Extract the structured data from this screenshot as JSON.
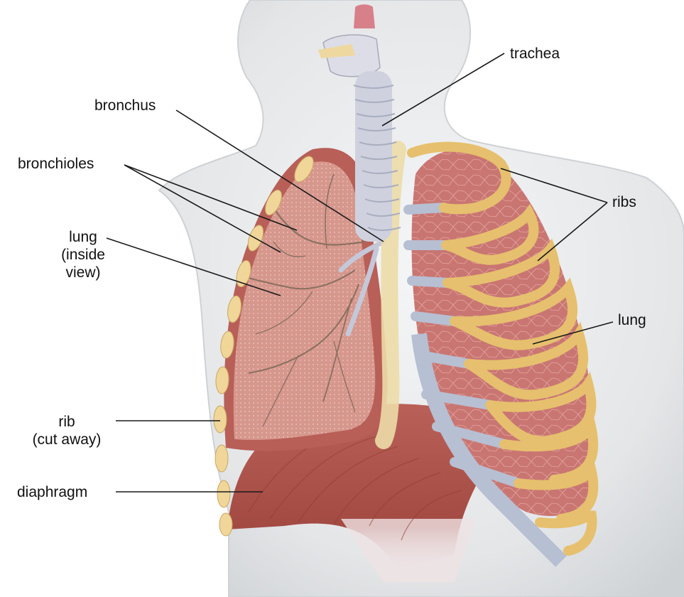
{
  "labels": {
    "trachea": "trachea",
    "bronchus": "bronchus",
    "bronchioles": "bronchioles",
    "lung_inside_line1": "lung",
    "lung_inside_line2": "(inside",
    "lung_inside_line3": "view)",
    "rib_cut_line1": "rib",
    "rib_cut_line2": "(cut away)",
    "diaphragm": "diaphragm",
    "ribs": "ribs",
    "lung": "lung"
  },
  "colors": {
    "body": "#e6e8ea",
    "lung_tissue": "#c9746e",
    "lung_cut": "#d9958a",
    "bronchial_tree": "#b8bcd0",
    "rib_bone": "#efd28f",
    "costal_cartilage": "#aab3c8",
    "diaphragm": "#a9534b",
    "trachea_rings": "#c7cbd8",
    "leader_line": "#1a1a1a"
  }
}
